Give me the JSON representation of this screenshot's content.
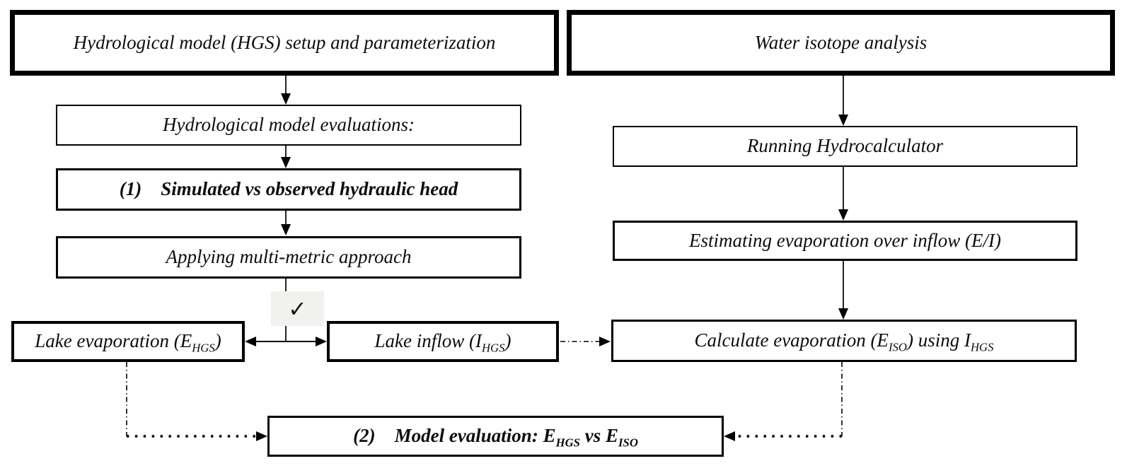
{
  "colors": {
    "background": "#ffffff",
    "border": "#000000",
    "text": "#0d0d0d",
    "check_badge_bg": "#f1f1ee"
  },
  "icons": {
    "checkmark": "✓"
  },
  "flowchart": {
    "left_column": {
      "header": "Hydrological model (HGS) setup and parameterization",
      "model_evaluations": "Hydrological model evaluations:",
      "simulated_vs_observed": "(1) Simulated vs observed hydraulic head",
      "multi_metric": "Applying multi-metric approach",
      "lake_evaporation": "Lake evaporation (E_{HGS})",
      "lake_inflow": "Lake inflow (I_{HGS})"
    },
    "right_column": {
      "header": "Water isotope analysis",
      "running_hydrocalculator": "Running Hydrocalculator",
      "estimating_e_over_i": "Estimating evaporation over inflow (E/I)",
      "calculate_evaporation": "Calculate evaporation (E_{ISO}) using I_{HGS}"
    },
    "final_box": {
      "label": "(2) Model evaluation: E_{HGS} vs E_{ISO}"
    }
  }
}
